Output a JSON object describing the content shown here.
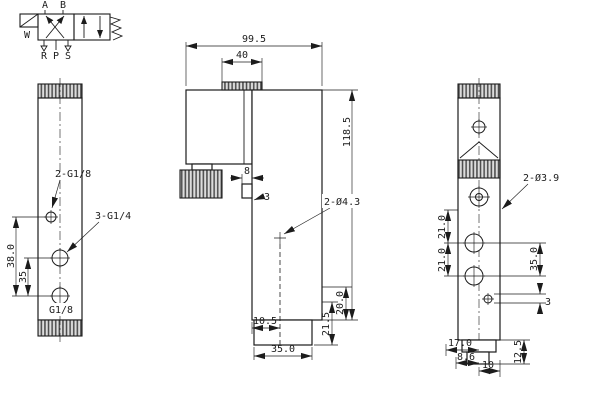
{
  "meta": {
    "bg": "#ffffff",
    "ink": "#1c1c1c"
  },
  "symbol": {
    "port_a": "A",
    "port_b": "B",
    "coil": "W",
    "port_r": "R",
    "port_p": "P",
    "port_s": "S"
  },
  "front": {
    "label_top": "2-G1/8",
    "label_mid": "3-G1/4",
    "label_bottom": "G1/8",
    "dim_span": "38.0",
    "dim_lower": "35"
  },
  "side": {
    "dim_width": "99.5",
    "dim_sol": "40",
    "dim_height": "118.5",
    "dim_8": "8",
    "dim_3": "3",
    "holes": "2-Ø4.3",
    "dim_10_5": "10.5",
    "dim_21_5": "21.5",
    "dim_20": "20.0",
    "dim_base": "35.0"
  },
  "rear": {
    "holes": "2-Ø3.9",
    "dim_21a": "21.0",
    "dim_21b": "21.0",
    "dim_35": "35.0",
    "dim_3": "3",
    "dim_17": "17.0",
    "dim_8_6": "8.6",
    "dim_10": "10",
    "dim_12_5": "12.5"
  }
}
